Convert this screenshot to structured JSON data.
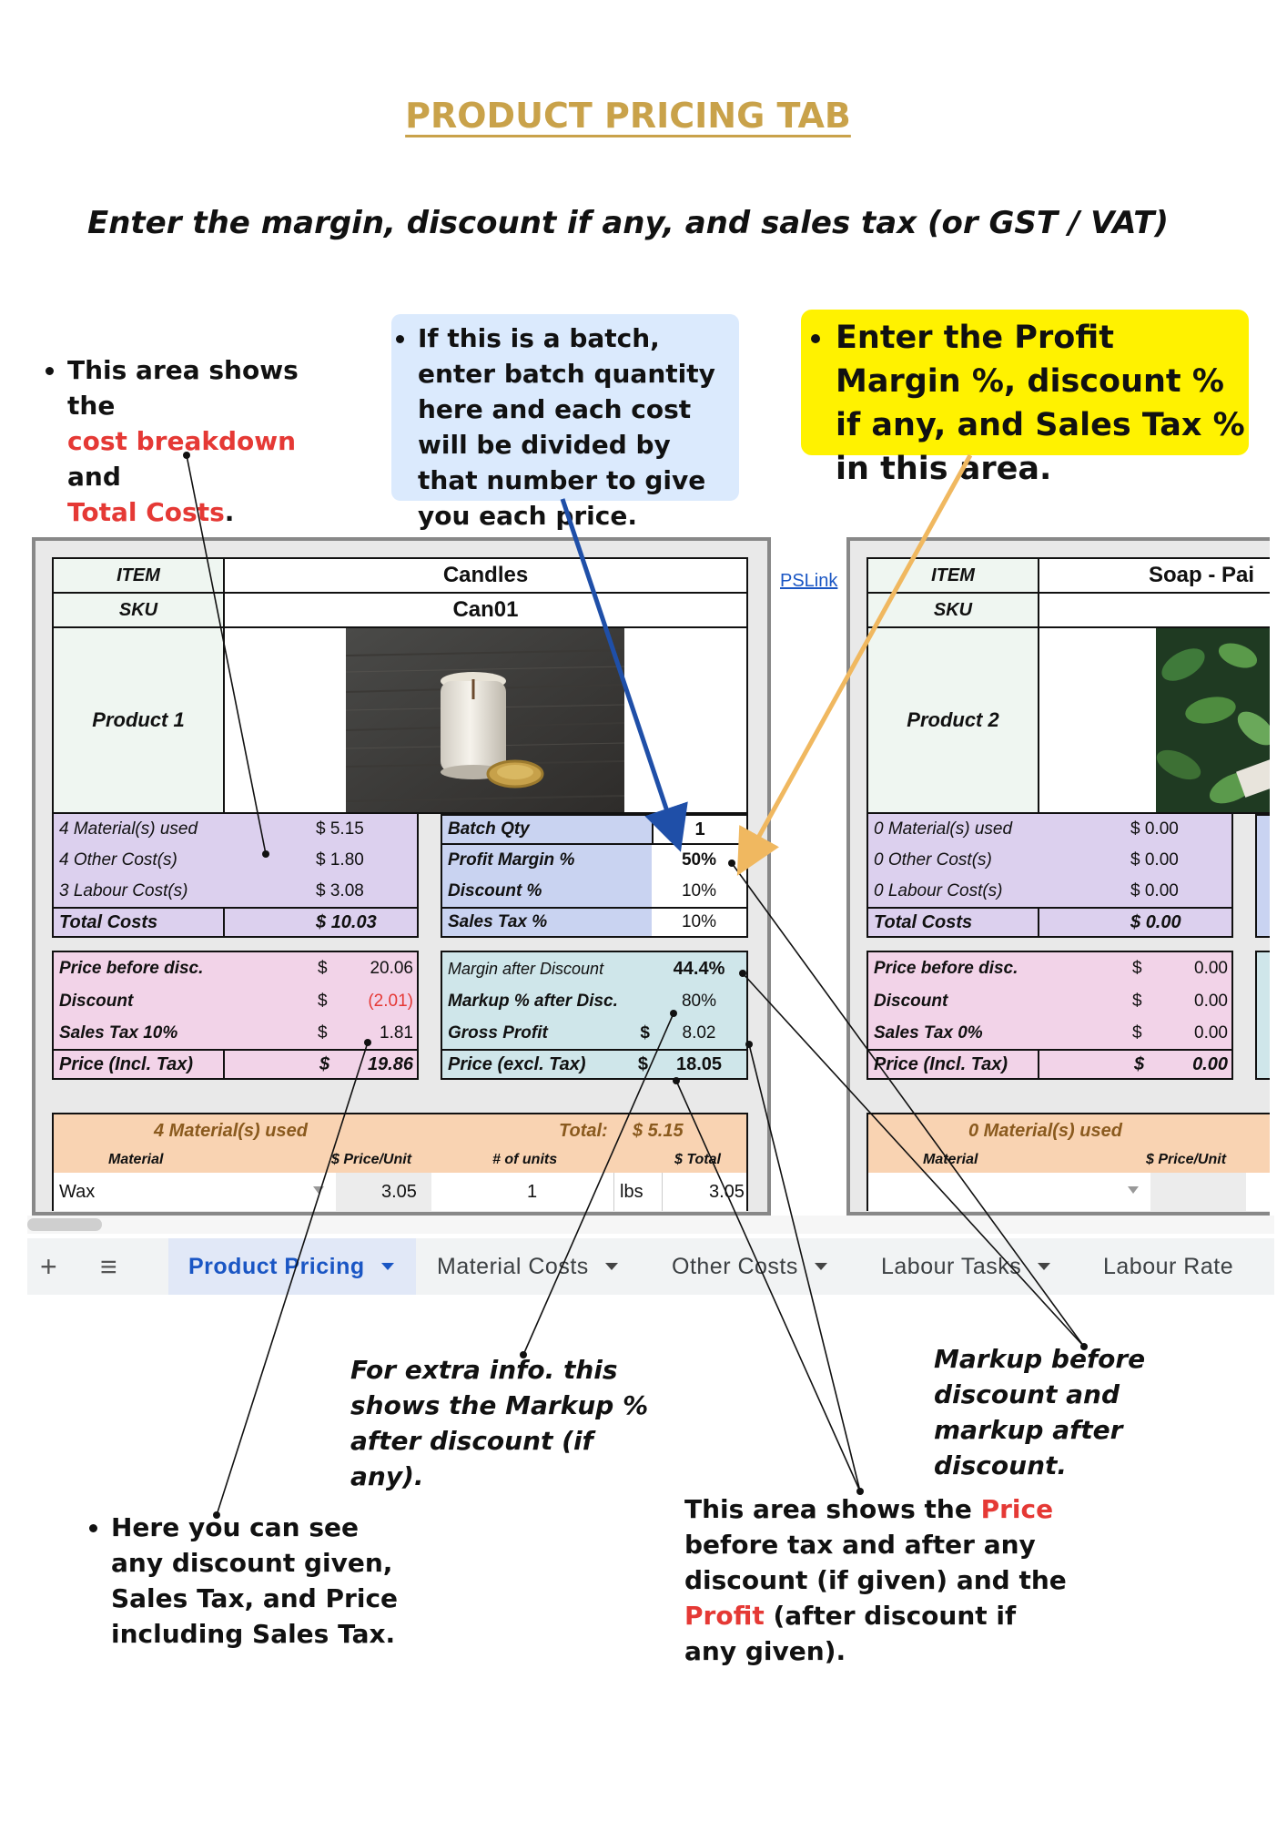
{
  "page": {
    "title": "PRODUCT PRICING TAB",
    "subtitle": "Enter the margin, discount if any, and sales tax (or GST / VAT)"
  },
  "notes": {
    "cost_area": {
      "line1": "This area shows the",
      "red1": "cost breakdown",
      "mid": " and",
      "red2": "Total Costs",
      "end": "."
    },
    "batch": "If this is a batch, enter batch quantity here and each cost will be divided by that number to give you each price.",
    "margin": "Enter the Profit Margin %, discount % if any, and Sales Tax % in this area.",
    "markup_after": "For extra info. this shows the Markup % after discount (if any).",
    "markup_before": "Markup before discount and markup after discount.",
    "discount": "Here you can see any discount given, Sales Tax, and Price including Sales Tax.",
    "price_area": {
      "pre": "This area shows the ",
      "red1": "Price",
      "mid": " before tax and after any discount (if given) and the ",
      "red2": "Profit",
      "post": " (after discount if any given)."
    }
  },
  "sheet": {
    "link": "PSLink",
    "product1": {
      "item_label": "ITEM",
      "item": "Candles",
      "sku_label": "SKU",
      "sku": "Can01",
      "product_label": "Product 1",
      "costs": [
        {
          "label": "4 Material(s) used",
          "cur": "$",
          "value": "5.15"
        },
        {
          "label": "4 Other Cost(s)",
          "cur": "$",
          "value": "1.80"
        },
        {
          "label": "3 Labour Cost(s)",
          "cur": "$",
          "value": "3.08"
        }
      ],
      "total_label": "Total Costs",
      "total_cur": "$",
      "total": "10.03",
      "inputs": [
        {
          "label": "Batch Qty",
          "value": "1"
        },
        {
          "label": "Profit Margin %",
          "value": "50%"
        },
        {
          "label": "Discount %",
          "value": "10%"
        },
        {
          "label": "Sales Tax %",
          "value": "10%"
        }
      ],
      "price_rows": [
        {
          "label": "Price before disc.",
          "cur": "$",
          "value": "20.06"
        },
        {
          "label": "Discount",
          "cur": "$",
          "value": "(2.01)"
        },
        {
          "label": "Sales Tax 10%",
          "cur": "$",
          "value": "1.81"
        },
        {
          "label": "Price (Incl. Tax)",
          "cur": "$",
          "value": "19.86"
        }
      ],
      "margin_rows": [
        {
          "label": "Margin after Discount",
          "cur": "",
          "value": "44.4%"
        },
        {
          "label": "Markup % after Disc.",
          "cur": "",
          "value": "80%"
        },
        {
          "label": "Gross Profit",
          "cur": "$",
          "value": "8.02"
        },
        {
          "label": "Price (excl. Tax)",
          "cur": "$",
          "value": "18.05"
        }
      ],
      "materials": {
        "header": "4 Material(s) used",
        "total_label": "Total:",
        "total": "$  5.15",
        "columns": [
          "Material",
          "$ Price/Unit",
          "# of units",
          "$ Total"
        ],
        "row": {
          "material": "Wax",
          "price": "3.05",
          "units": "1",
          "unit": "lbs",
          "total": "3.05"
        }
      }
    },
    "product2": {
      "item_label": "ITEM",
      "item": "Soap - Pai",
      "sku_label": "SKU",
      "product_label": "Product 2",
      "costs": [
        {
          "label": "0 Material(s) used",
          "cur": "$",
          "value": "0.00"
        },
        {
          "label": "0 Other Cost(s)",
          "cur": "$",
          "value": "0.00"
        },
        {
          "label": "0 Labour Cost(s)",
          "cur": "$",
          "value": "0.00"
        }
      ],
      "total_label": "Total Costs",
      "total_cur": "$",
      "total": "0.00",
      "price_rows": [
        {
          "label": "Price before disc.",
          "cur": "$",
          "value": "0.00"
        },
        {
          "label": "Discount",
          "cur": "$",
          "value": "0.00"
        },
        {
          "label": "Sales Tax 0%",
          "cur": "$",
          "value": "0.00"
        },
        {
          "label": "Price (Incl. Tax)",
          "cur": "$",
          "value": "0.00"
        }
      ],
      "materials": {
        "header": "0 Material(s) used",
        "columns": [
          "Material",
          "$ Price/Unit"
        ]
      }
    },
    "tabs": [
      {
        "label": "Product Pricing",
        "active": true
      },
      {
        "label": "Material Costs"
      },
      {
        "label": "Other Costs"
      },
      {
        "label": "Labour Tasks"
      },
      {
        "label": "Labour Rate"
      }
    ],
    "tab_icons": {
      "add": "+",
      "menu": "≡"
    }
  },
  "colors": {
    "title_gold": "#c9a24a",
    "red": "#e53935",
    "blue_arrow": "#1f4fa8",
    "orange_arrow": "#f0b860",
    "highlight_yellow": "#fff200"
  }
}
